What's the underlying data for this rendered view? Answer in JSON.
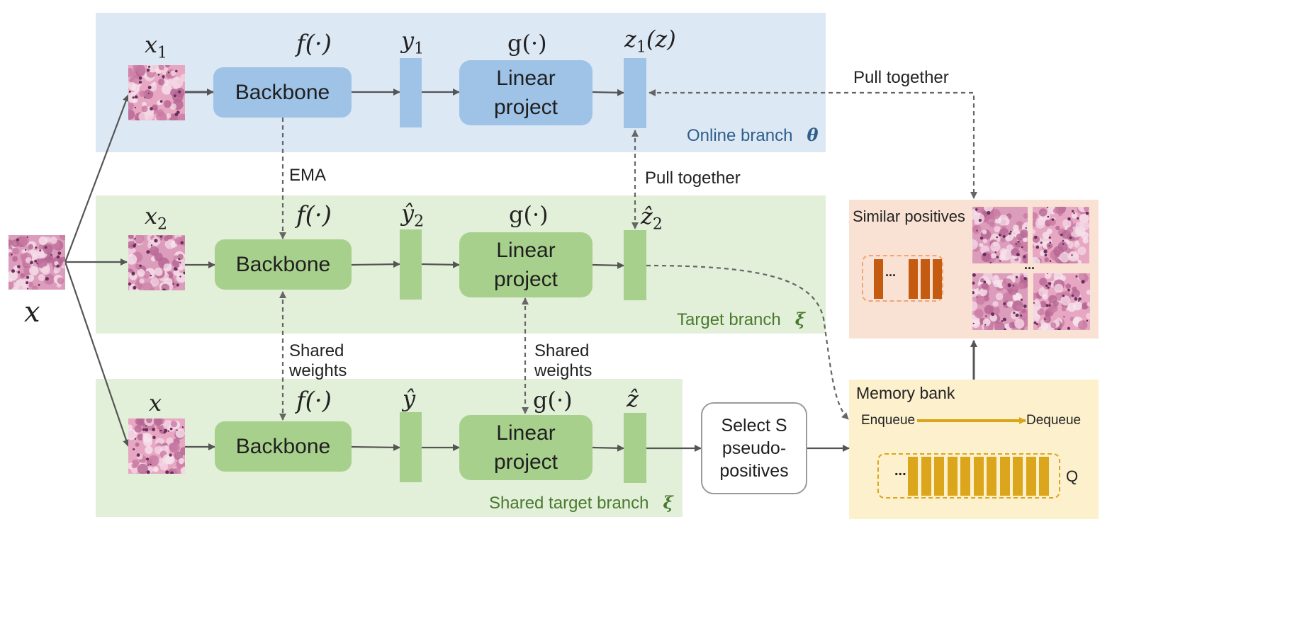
{
  "input": {
    "label": "x"
  },
  "online": {
    "branch_label": "Online branch",
    "branch_symbol": "θ",
    "view_label": "x",
    "view_sub": "1",
    "f_label": "f(·)",
    "backbone": "Backbone",
    "y_label": "y",
    "y_sub": "1",
    "g_label": "g(·)",
    "linear": "Linear project",
    "z_label": "z",
    "z_sub": "1",
    "z_suffix": "(z)",
    "color": "#9fc3e7",
    "panel_color": "#dde8f5",
    "label_color": "#2e5f8a"
  },
  "target": {
    "branch_label": "Target branch",
    "branch_symbol": "ξ",
    "view_label": "x",
    "view_sub": "2",
    "f_label": "f(·)",
    "backbone": "Backbone",
    "y_label": "ŷ",
    "y_sub": "2",
    "g_label": "g(·)",
    "linear": "Linear project",
    "z_label": "ẑ",
    "z_sub": "2",
    "color": "#a8d08d",
    "panel_color": "#e2efd9",
    "label_color": "#4a7a2e"
  },
  "shared": {
    "branch_label": "Shared target branch",
    "branch_symbol": "ξ",
    "view_label": "x",
    "f_label": "f(·)",
    "backbone": "Backbone",
    "y_label": "ŷ",
    "g_label": "g(·)",
    "linear": "Linear project",
    "z_label": "ẑ"
  },
  "connectors": {
    "ema": "EMA",
    "pull_together_top": "Pull together",
    "pull_together_mid": "Pull together",
    "shared_weights_1": "Shared weights",
    "shared_weights_2": "Shared weights"
  },
  "select": {
    "text": "Select S pseudo-positives"
  },
  "memory": {
    "title": "Memory bank",
    "enqueue": "Enqueue",
    "dequeue": "Dequeue",
    "queue_label": "Q",
    "ellipsis": "...",
    "color": "#dba61b",
    "panel_color": "#fdf0cd"
  },
  "positives": {
    "title": "Similar positives",
    "ellipsis": "...",
    "color": "#c55a11",
    "panel_color": "#f9e2d4"
  }
}
